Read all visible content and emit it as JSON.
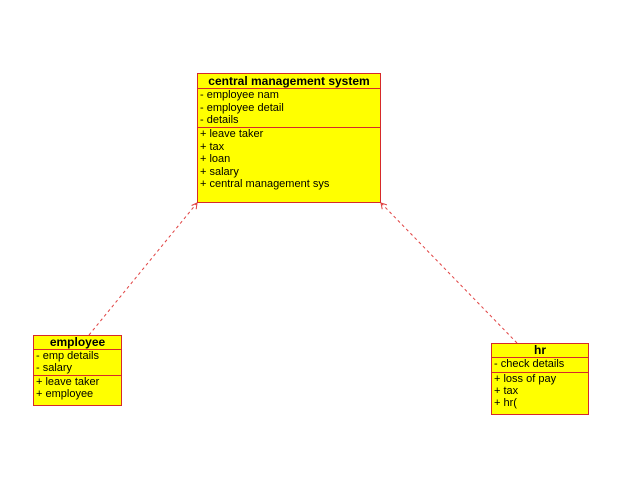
{
  "diagram": {
    "classes": {
      "central_management_system": {
        "name": "central management system",
        "attributes": [
          "- employee nam",
          "- employee detail",
          "- details"
        ],
        "operations": [
          "+ leave taker",
          "+ tax",
          "+ loan",
          "+ salary",
          "+ central management sys"
        ]
      },
      "employee": {
        "name": "employee",
        "attributes": [
          "- emp details",
          "- salary"
        ],
        "operations": [
          "+ leave taker",
          "+ employee"
        ]
      },
      "hr": {
        "name": "hr",
        "attributes": [
          "- check details"
        ],
        "operations": [
          "+ loss of pay",
          "+ tax",
          "+ hr("
        ]
      }
    },
    "relationships": [
      {
        "from": "employee",
        "to": "central management system",
        "kind": "dependency",
        "style": "dashed"
      },
      {
        "from": "hr",
        "to": "central management system",
        "kind": "dependency",
        "style": "dashed"
      }
    ],
    "colors": {
      "class_fill": "#ffff00",
      "class_border": "#d62a2a",
      "connector": "#e04040",
      "text": "#000000",
      "background": "#ffffff"
    }
  }
}
